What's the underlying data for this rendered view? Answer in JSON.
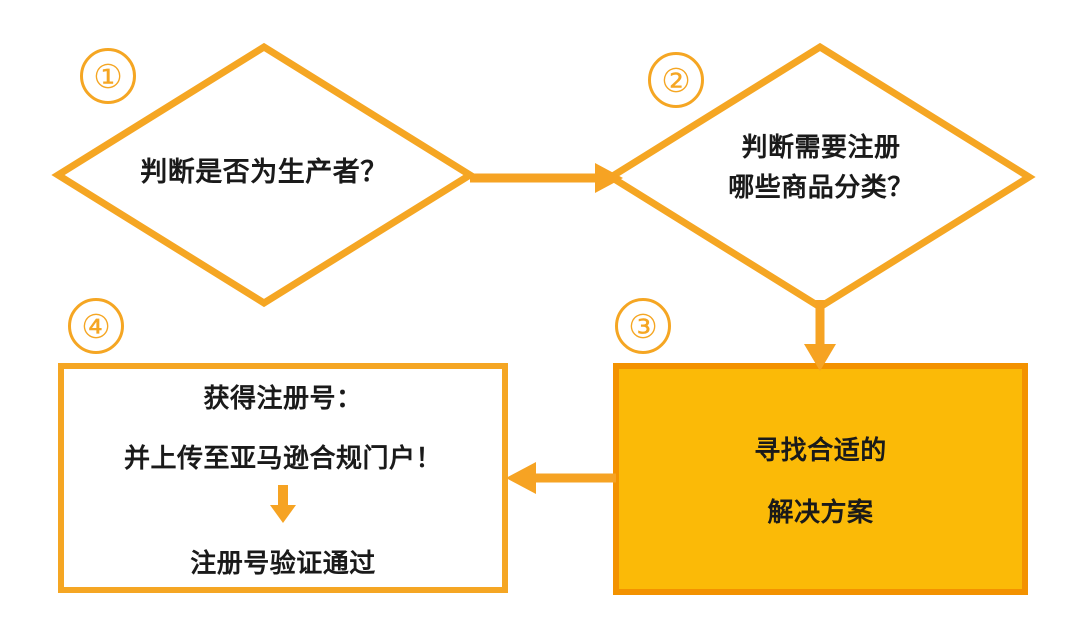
{
  "diagram": {
    "title": "Amazon compliance registration flow",
    "colors": {
      "stroke": "#F5A623",
      "fill": "#FBBA07",
      "box_border": "#F39200",
      "arrow": "#F6A323",
      "text": "#1a1a1a",
      "background": "#ffffff"
    },
    "steps": [
      {
        "badge": "①",
        "shape": "diamond",
        "name": "judge-producer",
        "lines": [
          "判断是否为生产者？"
        ]
      },
      {
        "badge": "②",
        "shape": "diamond",
        "name": "judge-categories",
        "lines": [
          "判断需要注册",
          "哪些商品分类？"
        ]
      },
      {
        "badge": "③",
        "shape": "filled-rect",
        "name": "find-solution",
        "lines": [
          "寻找合适的",
          "解决方案"
        ]
      },
      {
        "badge": "④",
        "shape": "outlined-rect",
        "name": "get-registration-number",
        "lines": [
          "获得注册号：",
          "并上传至亚马逊合规门户！",
          "注册号验证通过"
        ],
        "inner_arrow": "down-arrow-icon"
      }
    ],
    "connectors": [
      {
        "name": "arrow-step1-to-step2",
        "from": "①",
        "to": "②",
        "direction": "right"
      },
      {
        "name": "arrow-step2-to-step3",
        "from": "②",
        "to": "③",
        "direction": "down"
      },
      {
        "name": "arrow-step3-to-step4",
        "from": "③",
        "to": "④",
        "direction": "left"
      }
    ]
  }
}
